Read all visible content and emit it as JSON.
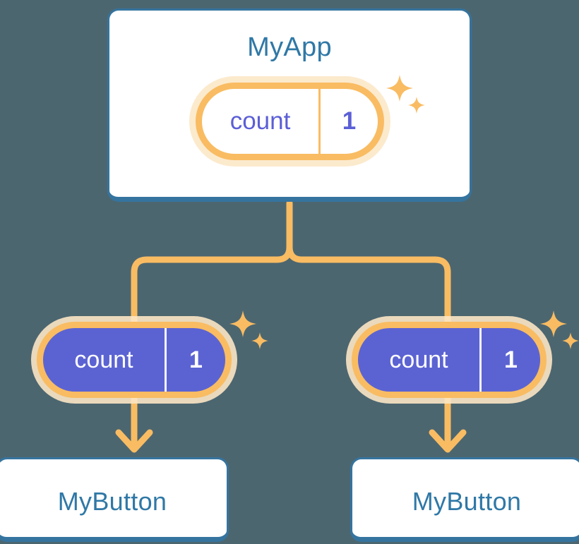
{
  "theme": {
    "background": "#4c6670",
    "card_border": "#35749f",
    "card_fill": "#ffffff",
    "title_text": "#2f78a6",
    "pill_ring": "#f9bc62",
    "pill_halo": "#fce6c4",
    "pill_fill_child": "#5b63d3",
    "pill_text_root": "#5b5fd6",
    "pill_text_child": "#ffffff",
    "connector": "#f9bc62",
    "sparkle": "#f9bc62"
  },
  "diagram": {
    "type": "component-tree",
    "root": {
      "title": "MyApp",
      "state": {
        "key": "count",
        "value": "1"
      }
    },
    "children": [
      {
        "title": "MyButton",
        "state": {
          "key": "count",
          "value": "1"
        }
      },
      {
        "title": "MyButton",
        "state": {
          "key": "count",
          "value": "1"
        }
      }
    ],
    "connector_style": "orange-rounded-tree-with-arrowheads",
    "sparkle_count_per_pill": 2
  }
}
